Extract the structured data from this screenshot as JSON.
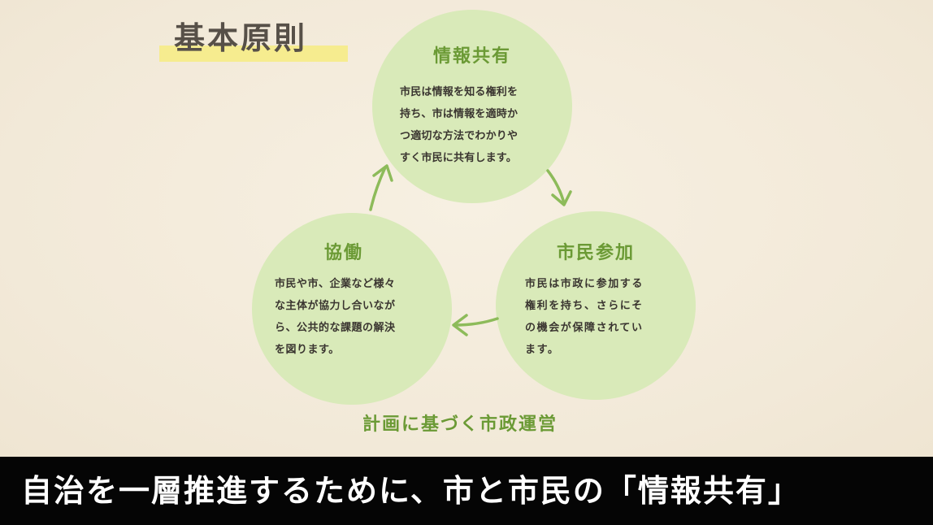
{
  "title": "基本原則",
  "principles": {
    "info_sharing": {
      "title": "情報共有",
      "body": "市民は情報を知る権利を\n持ち、市は情報を適時か\nつ適切な方法でわかりや\nすく市民に共有します。"
    },
    "participation": {
      "title": "市民参加",
      "body": "市民は市政に参加する\n権利を持ち、さらにそ\nの機会が保障されてい\nます。"
    },
    "collaboration": {
      "title": "協働",
      "body": "市民や市、企業など様々\nな主体が協力し合いなが\nら、公共的な課題の解決\nを図ります。"
    }
  },
  "footer_label": "計画に基づく市政運営",
  "subtitle": "自治を一層推進するために、市と市民の「情報共有」",
  "colors": {
    "circle_fill": "#d9eab9",
    "accent_green": "#6b9a35",
    "highlight_yellow": "#f6ec8f",
    "background": "#f4ecdc",
    "subtitle_bg": "#050505"
  }
}
